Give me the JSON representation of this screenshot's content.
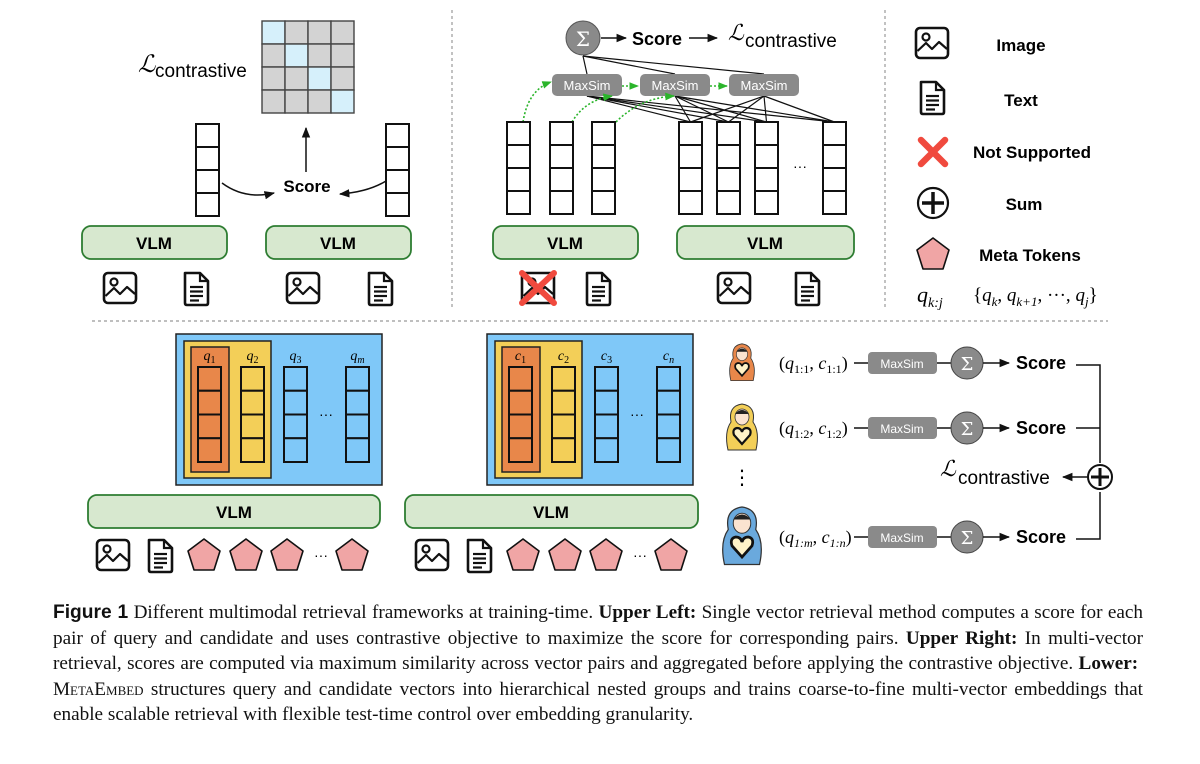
{
  "colors": {
    "vlm_fill": "#d7e8cf",
    "vlm_stroke": "#2e7d32",
    "maxsim_fill": "#8a8a8a",
    "sigma_fill": "#8a8a8a",
    "matrix_diag": "#d6f0fb",
    "matrix_off": "#d3d3d3",
    "group_outer": "#7fc8f8",
    "group_mid": "#f3cf58",
    "group_inner": "#e8874a",
    "meta_token": "#f0a5a5",
    "not_supported": "#f04a3e",
    "green_dotted": "#2bb52b"
  },
  "upper_left": {
    "loss_label_script": "ℒ",
    "loss_label_text": "contrastive",
    "score_label": "Score",
    "vlm_left": "VLM",
    "vlm_right": "VLM",
    "matrix_size": 4
  },
  "upper_right": {
    "sigma_symbol": "Σ",
    "score_label": "Score",
    "loss_label_script": "ℒ",
    "loss_label_text": "contrastive",
    "maxsim_labels": [
      "MaxSim",
      "MaxSim",
      "MaxSim"
    ],
    "ellipsis": "···",
    "vlm_left": "VLM",
    "vlm_right": "VLM"
  },
  "legend": {
    "items": [
      {
        "icon": "image-icon",
        "label": "Image"
      },
      {
        "icon": "text-document-icon",
        "label": "Text"
      },
      {
        "icon": "red-x-icon",
        "label": "Not Supported"
      },
      {
        "icon": "circled-plus-icon",
        "label": "Sum"
      },
      {
        "icon": "pentagon-icon",
        "label": "Meta Tokens"
      }
    ],
    "notation_symbol": "q",
    "notation_sub": "k:j",
    "notation_definition_parts": [
      "{",
      "q",
      "k",
      ", ",
      "q",
      "k+1",
      ", ···, ",
      "q",
      "j",
      "}"
    ]
  },
  "lower": {
    "query_group": {
      "labels": [
        {
          "v": "q",
          "s": "1"
        },
        {
          "v": "q",
          "s": "2"
        },
        {
          "v": "q",
          "s": "3"
        },
        {
          "v": "q",
          "s": "m"
        }
      ],
      "vlm": "VLM",
      "ellipsis": "···"
    },
    "candidate_group": {
      "labels": [
        {
          "v": "c",
          "s": "1"
        },
        {
          "v": "c",
          "s": "2"
        },
        {
          "v": "c",
          "s": "3"
        },
        {
          "v": "c",
          "s": "n"
        }
      ],
      "vlm": "VLM",
      "ellipsis": "···"
    },
    "token_ellipsis": "···",
    "doll_ellipsis": "⋮",
    "rows": [
      {
        "pair_q": "1:1",
        "pair_c": "1:1",
        "maxsim": "MaxSim",
        "sigma": "Σ",
        "score": "Score",
        "doll": "orange"
      },
      {
        "pair_q": "1:2",
        "pair_c": "1:2",
        "maxsim": "MaxSim",
        "sigma": "Σ",
        "score": "Score",
        "doll": "yellow"
      },
      {
        "pair_q": "1:m",
        "pair_c": "1:n",
        "maxsim": "MaxSim",
        "sigma": "Σ",
        "score": "Score",
        "doll": "blue"
      }
    ],
    "loss_label_script": "ℒ",
    "loss_label_text": "contrastive"
  },
  "caption": {
    "figure_label": "Figure 1",
    "intro": " Different multimodal retrieval frameworks at training-time. ",
    "ul_head": "Upper Left:",
    "ul_text": " Single vector retrieval method computes a score for each pair of query and candidate and uses contrastive objective to maximize the score for corresponding pairs. ",
    "ur_head": "Upper Right:",
    "ur_text": " In multi-vector retrieval, scores are computed via maximum similarity across vector pairs and aggregated before applying the contrastive objective. ",
    "low_head": "Lower:",
    "low_name": "MetaEmbed",
    "low_text": " structures query and candidate vectors into hierarchical nested groups and trains coarse-to-fine multi-vector embeddings that enable scalable retrieval with flexible test-time control over embedding granularity."
  }
}
